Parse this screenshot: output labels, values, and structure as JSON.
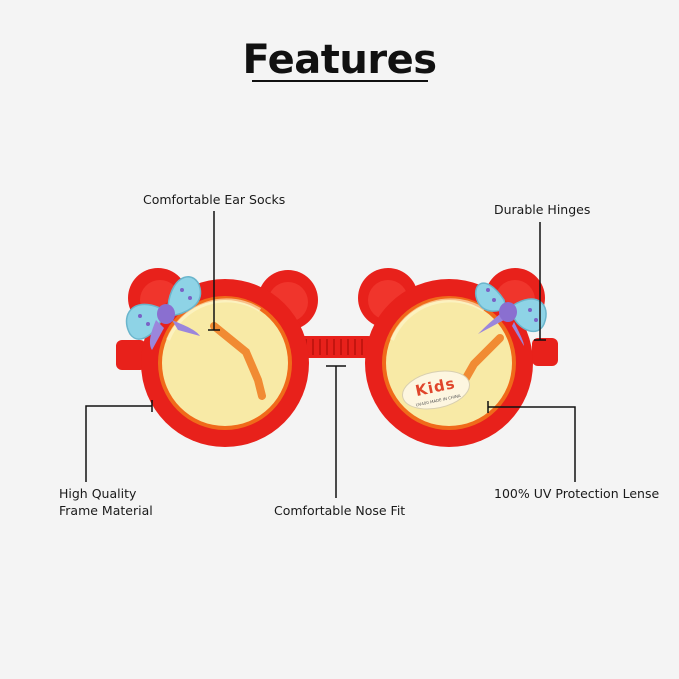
{
  "title": "Features",
  "labels": {
    "ear_socks": "Comfortable Ear Socks",
    "hinges": "Durable Hinges",
    "frame_line1": "High Quality",
    "frame_line2": "Frame Material",
    "nose_fit": "Comfortable Nose Fit",
    "uv_lens": "100% UV Protection Lense"
  },
  "sticker": {
    "brand": "Kids",
    "subtext": "UV400 MADE IN CHINA"
  },
  "colors": {
    "background": "#f4f4f4",
    "frame": "#e8211b",
    "lens": "#f8eaa6",
    "temple": "#f07a1e",
    "bow": "#8ed3e6",
    "bow_accent": "#8a6fd0",
    "text": "#1a1a1a"
  }
}
